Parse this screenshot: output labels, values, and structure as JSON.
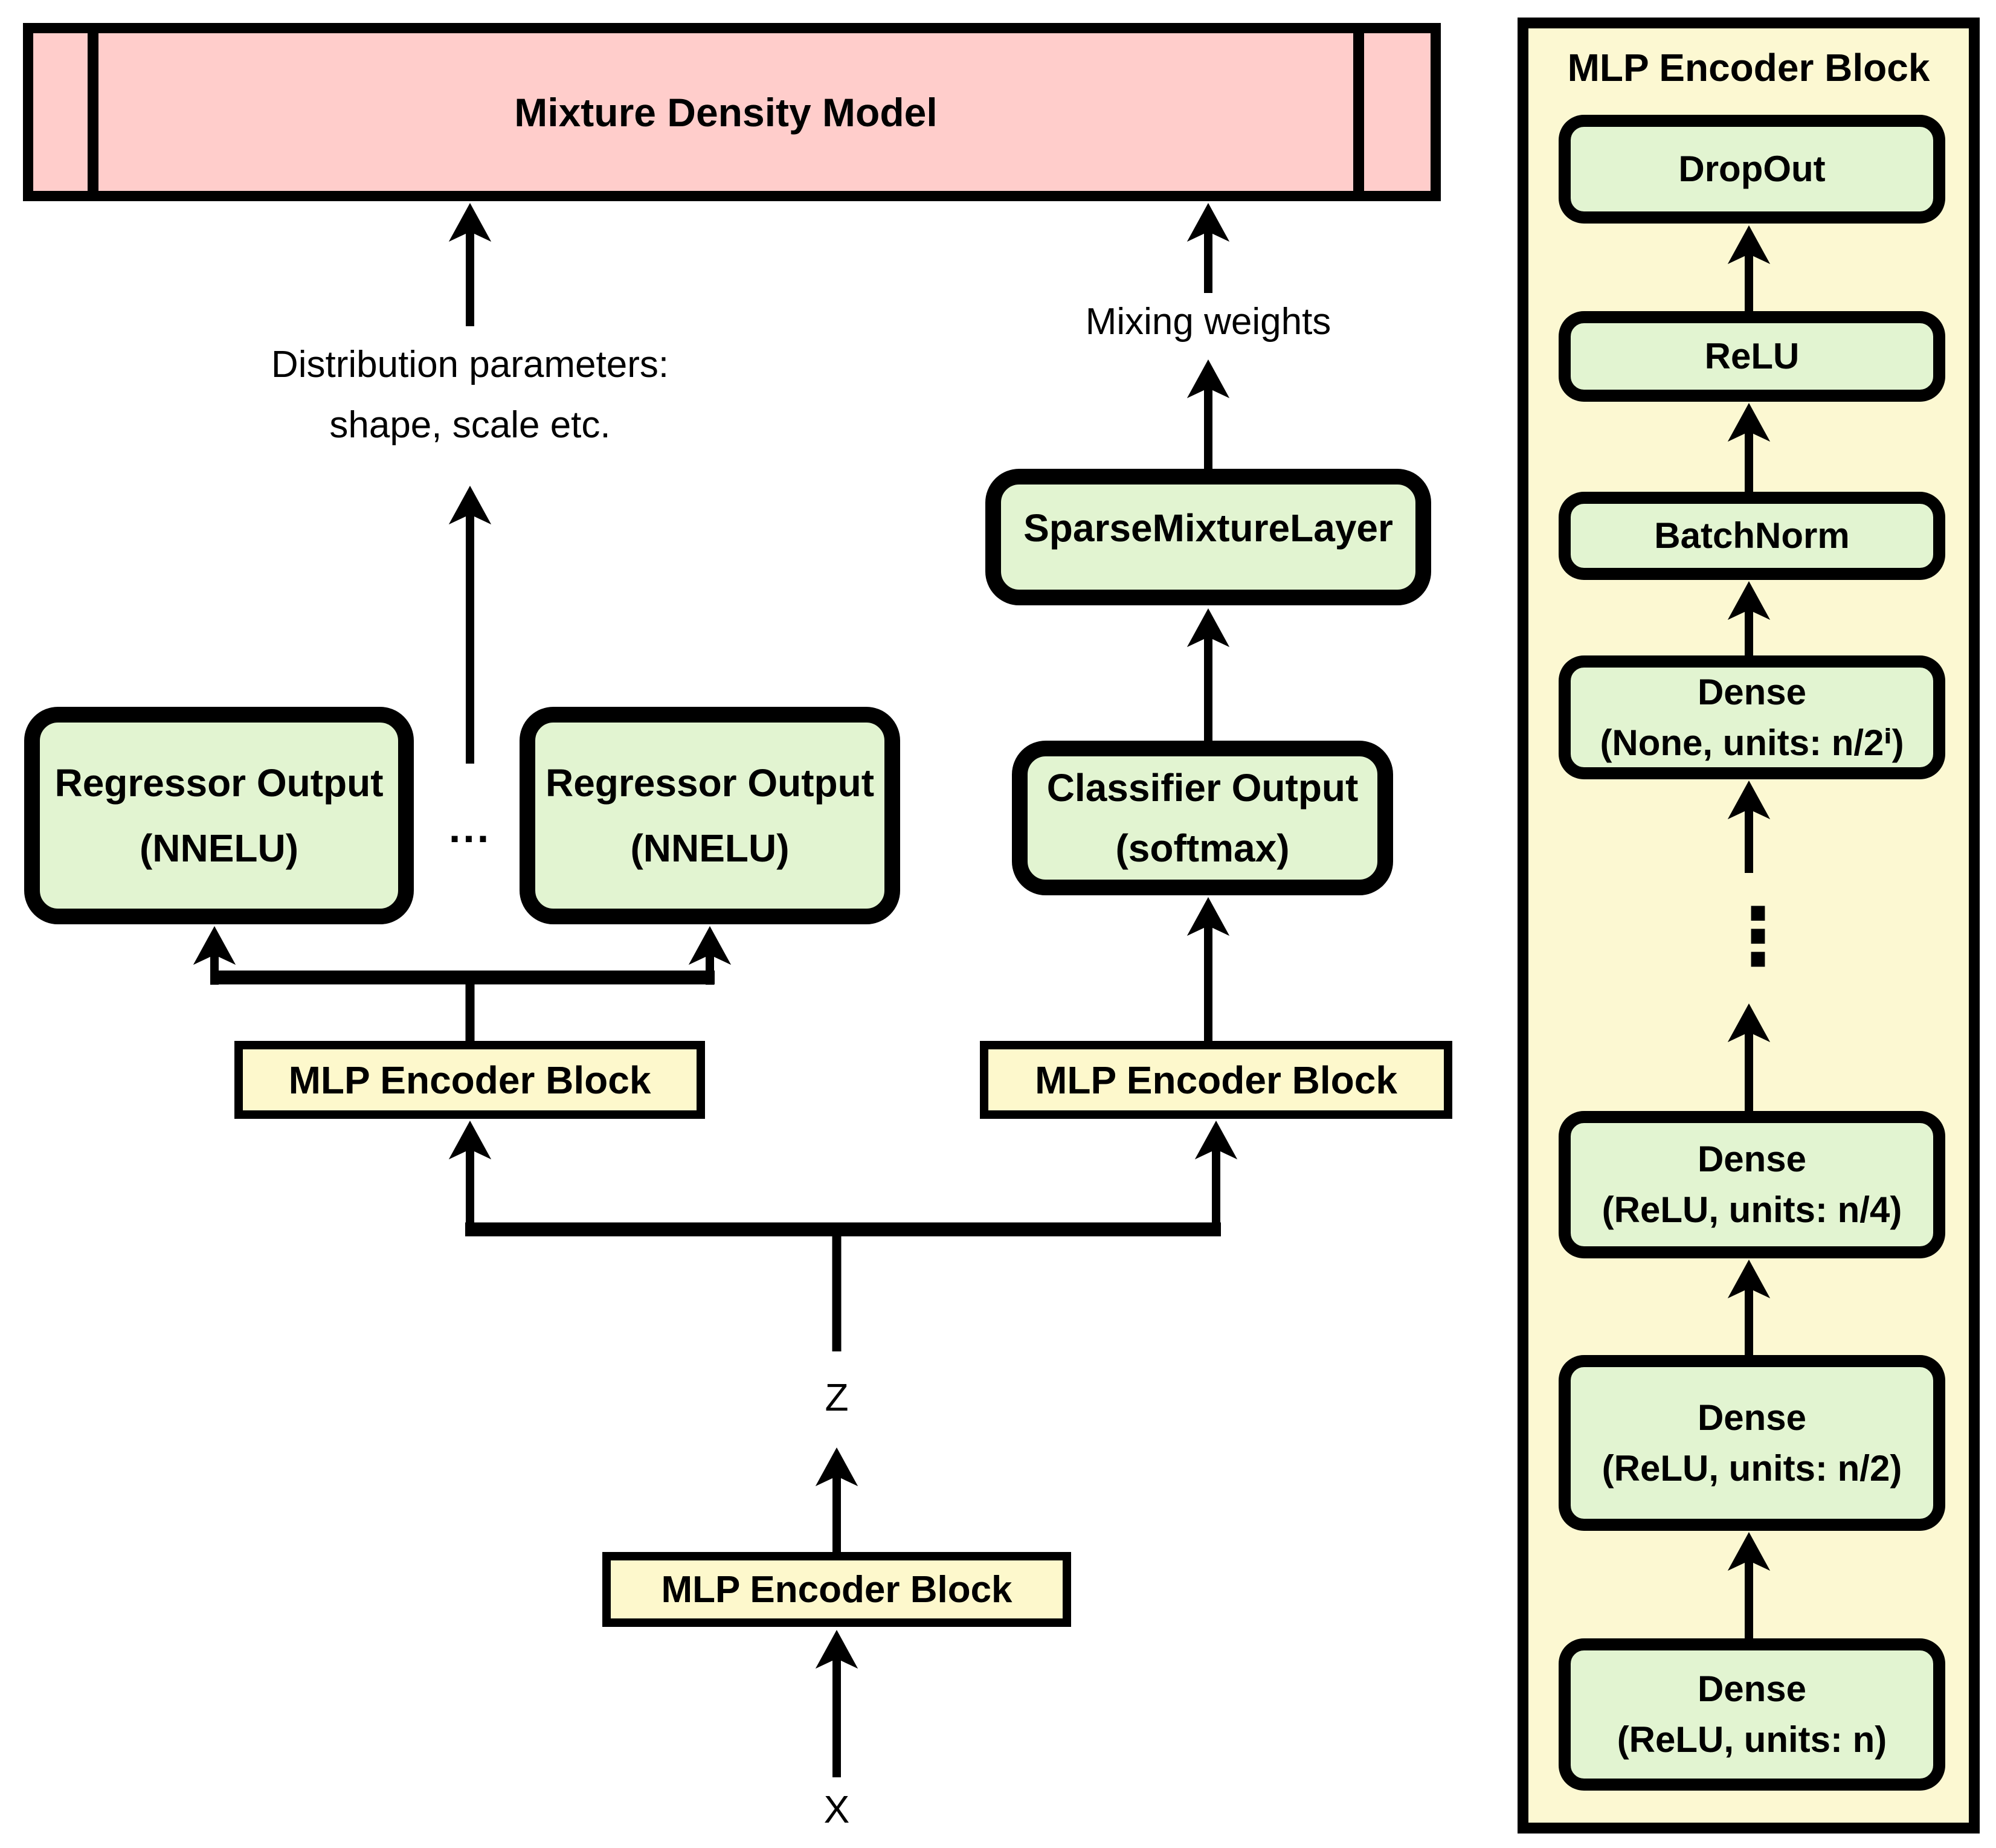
{
  "diagram": {
    "mdn_bar": {
      "label": "Mixture Density Model"
    },
    "left_branch": {
      "dist_params_line1": "Distribution parameters:",
      "dist_params_line2": "shape, scale etc.",
      "ellipsis": "...",
      "regressor1": {
        "line1": "Regressor Output",
        "line2": "(NNELU)"
      },
      "regressor2": {
        "line1": "Regressor Output",
        "line2": "(NNELU)"
      },
      "mlp_block_label": "MLP Encoder Block"
    },
    "right_branch": {
      "mixing_weights": "Mixing weights",
      "sparse_mixture_layer": "SparseMixtureLayer",
      "classifier": {
        "line1": "Classifier Output",
        "line2": "(softmax)"
      },
      "mlp_block_label": "MLP Encoder Block"
    },
    "bottom": {
      "mlp_block_label": "MLP Encoder Block",
      "z_label": "Z",
      "x_label": "X"
    },
    "panel": {
      "title": "MLP Encoder Block",
      "ellipsis": "⋮",
      "layers": [
        {
          "line1": "DropOut"
        },
        {
          "line1": "ReLU"
        },
        {
          "line1": "BatchNorm"
        },
        {
          "line1": "Dense",
          "line2": "(None, units: n/2ⁱ)"
        },
        {
          "line1": "Dense",
          "line2": "(ReLU, units: n/4)"
        },
        {
          "line1": "Dense",
          "line2": "(ReLU, units: n/2)"
        },
        {
          "line1": "Dense",
          "line2": "(ReLU, units: n)"
        }
      ]
    },
    "colors": {
      "pink": "#ffcdcb",
      "yellow": "#fdf8cc",
      "green": "#e2f4d1",
      "line": "#000000"
    }
  }
}
